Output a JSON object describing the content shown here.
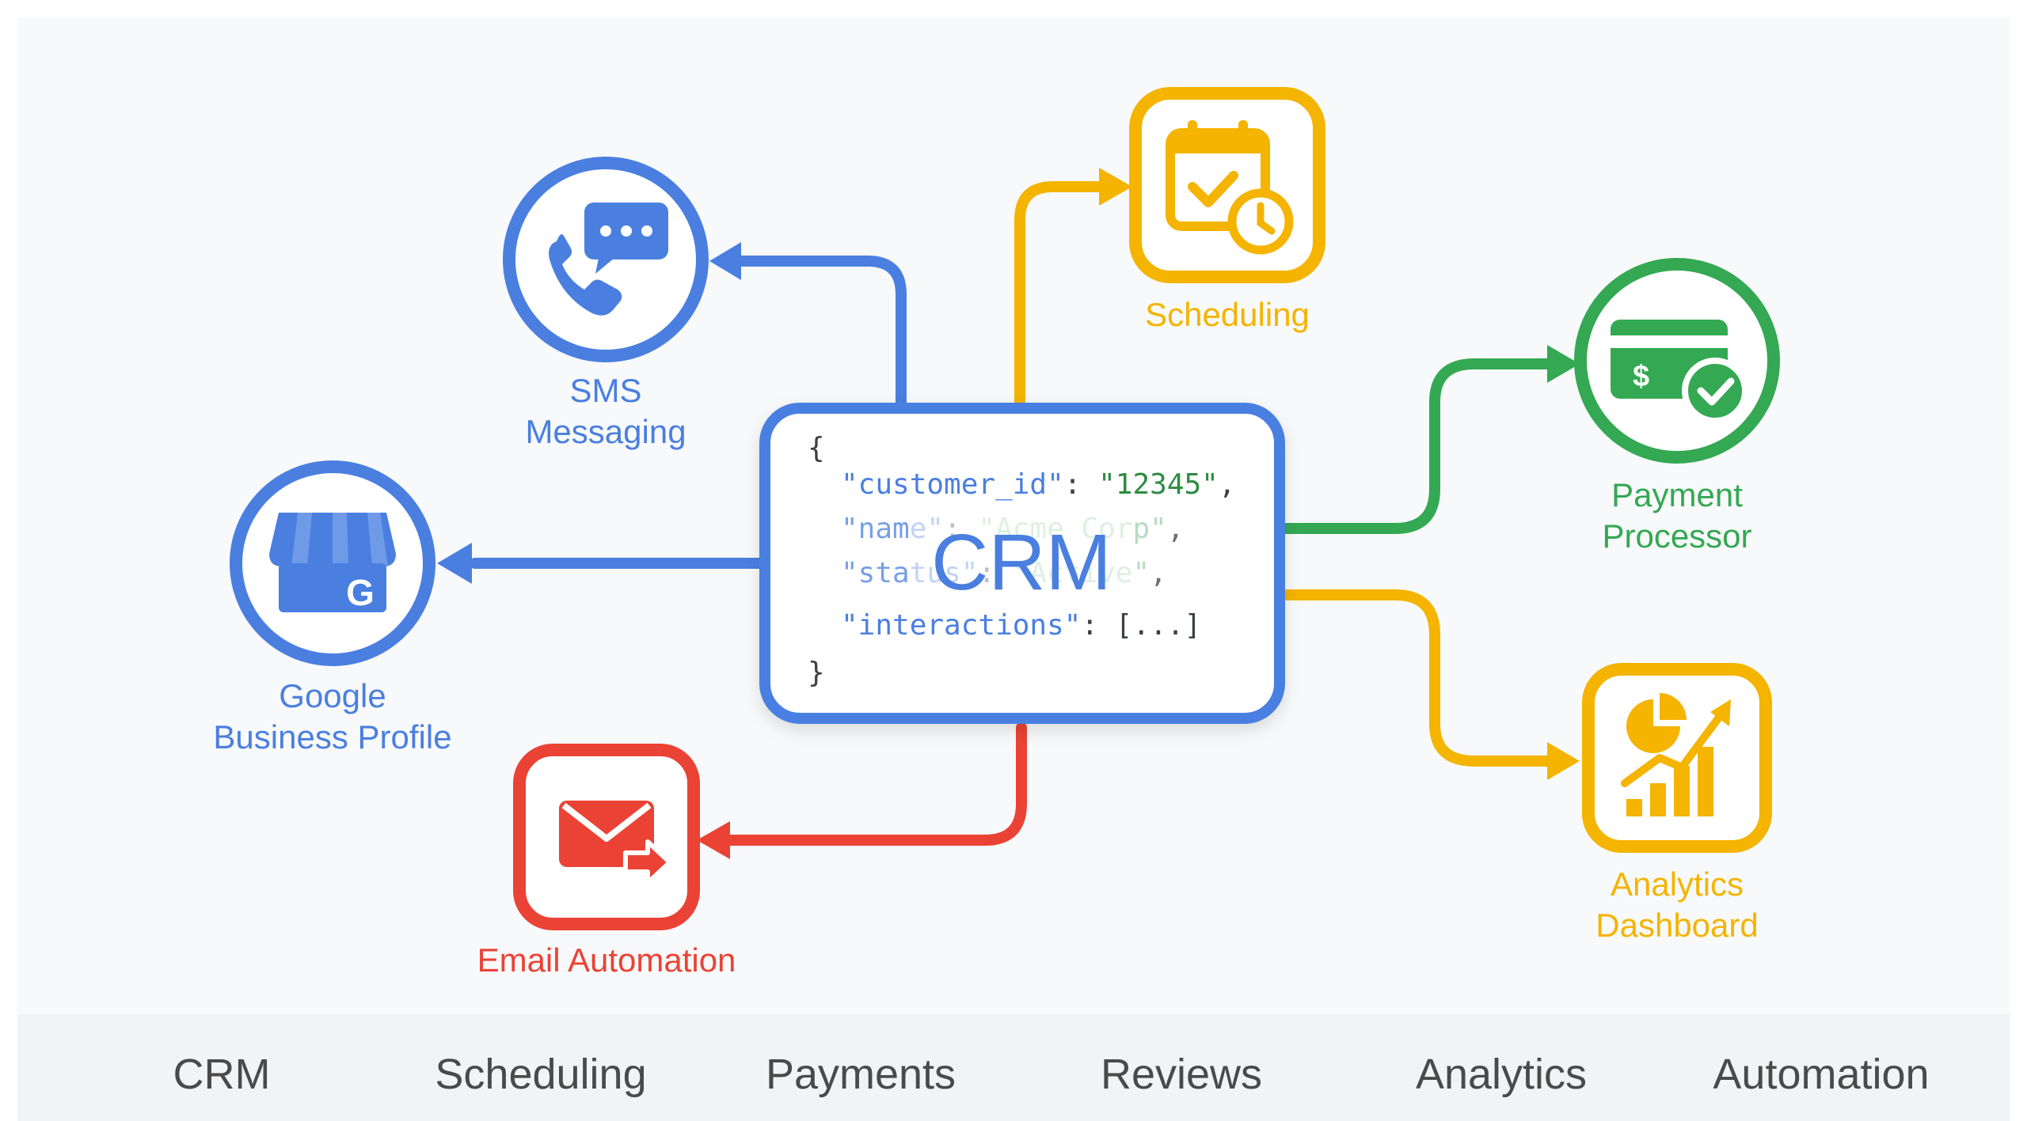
{
  "colors": {
    "blue": "#4a7fe0",
    "yellow": "#f4b400",
    "green": "#34a853",
    "red": "#ea4335",
    "background": "#f8f9fa",
    "tab_text": "#4a4a4a"
  },
  "center": {
    "title": "CRM",
    "code_lines": [
      "{",
      "\"customer_id\": \"12345\",",
      "\"name\": \"Acme Corp\",",
      "\"status\": \"Active\",",
      "\"interactions\": [...]",
      "}"
    ]
  },
  "nodes": {
    "sms": {
      "label_line1": "SMS",
      "label_line2": "Messaging",
      "icon": "sms-phone-chat-icon"
    },
    "scheduling": {
      "label": "Scheduling",
      "icon": "calendar-clock-icon"
    },
    "payment": {
      "label_line1": "Payment",
      "label_line2": "Processor",
      "icon": "credit-card-check-icon"
    },
    "google": {
      "label_line1": "Google",
      "label_line2": "Business Profile",
      "icon": "storefront-google-icon"
    },
    "email": {
      "label": "Email Automation",
      "icon": "envelope-arrow-icon"
    },
    "analytics": {
      "label_line1": "Analytics",
      "label_line2": "Dashboard",
      "icon": "chart-growth-icon"
    }
  },
  "tabs": [
    "CRM",
    "Scheduling",
    "Payments",
    "Reviews",
    "Analytics",
    "Automation"
  ]
}
